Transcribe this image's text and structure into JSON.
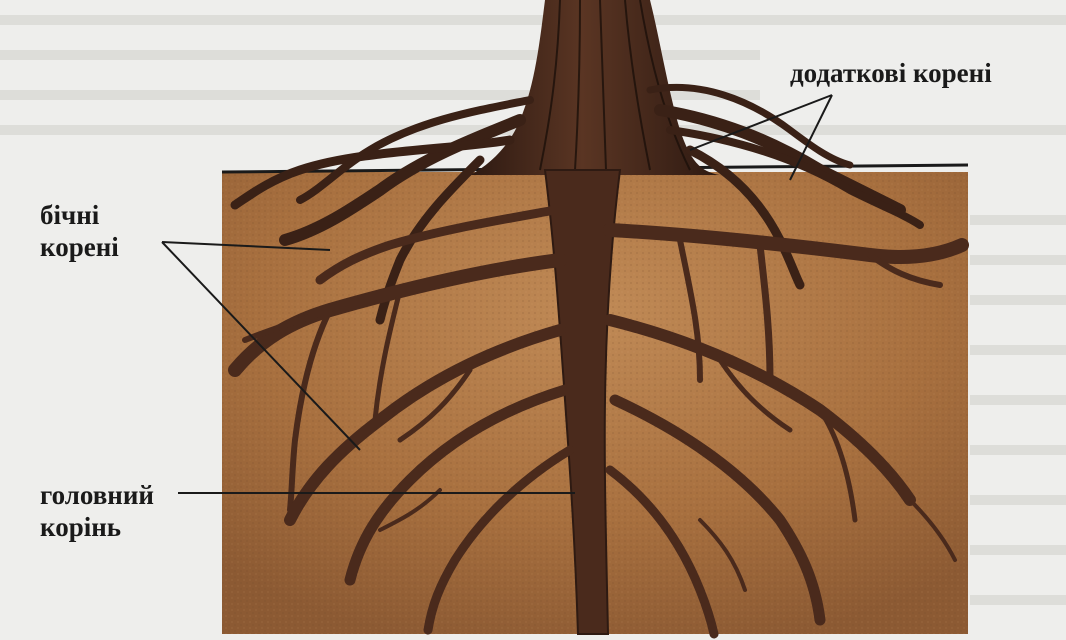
{
  "labels": {
    "additional_roots": "додаткові корені",
    "lateral_roots": {
      "line1": "бічні",
      "line2": "корені"
    },
    "main_root": {
      "line1": "головний",
      "line2": "корінь"
    }
  },
  "colors": {
    "paper": "#eeeeec",
    "soil": "#b07a48",
    "soil_dark": "#8c5a33",
    "root": "#4a2a1c",
    "root_dark": "#2e1a12",
    "leader_line": "#1a1a1a"
  }
}
